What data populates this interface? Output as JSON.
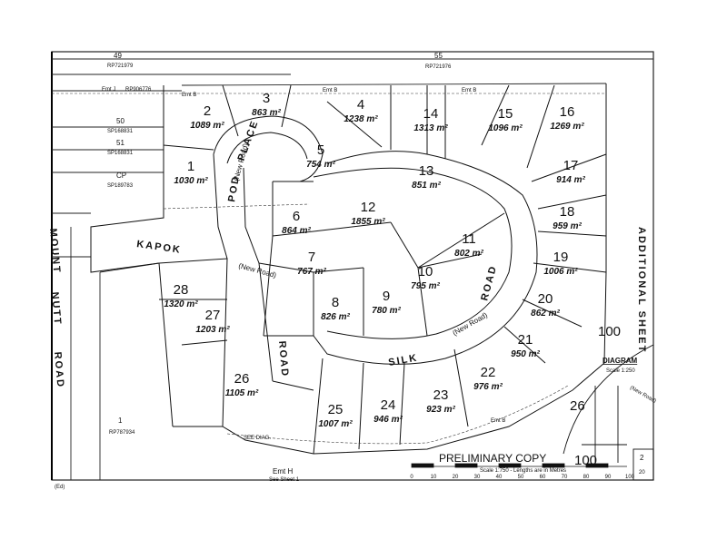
{
  "lots": [
    {
      "num": "1",
      "area": "1030 m²"
    },
    {
      "num": "2",
      "area": "1089 m²"
    },
    {
      "num": "3",
      "area": "863 m²"
    },
    {
      "num": "4",
      "area": "1238 m²"
    },
    {
      "num": "5",
      "area": "754 m²"
    },
    {
      "num": "6",
      "area": "864 m²"
    },
    {
      "num": "7",
      "area": "767 m²"
    },
    {
      "num": "8",
      "area": "826 m²"
    },
    {
      "num": "9",
      "area": "780 m²"
    },
    {
      "num": "10",
      "area": "795 m²"
    },
    {
      "num": "11",
      "area": "802 m²"
    },
    {
      "num": "12",
      "area": "1855 m²"
    },
    {
      "num": "13",
      "area": "851 m²"
    },
    {
      "num": "14",
      "area": "1313 m²"
    },
    {
      "num": "15",
      "area": "1096 m²"
    },
    {
      "num": "16",
      "area": "1269 m²"
    },
    {
      "num": "17",
      "area": "914 m²"
    },
    {
      "num": "18",
      "area": "959 m²"
    },
    {
      "num": "19",
      "area": "1006 m²"
    },
    {
      "num": "20",
      "area": "862 m²"
    },
    {
      "num": "21",
      "area": "950 m²"
    },
    {
      "num": "22",
      "area": "976 m²"
    },
    {
      "num": "23",
      "area": "923 m²"
    },
    {
      "num": "24",
      "area": "946 m²"
    },
    {
      "num": "25",
      "area": "1007 m²"
    },
    {
      "num": "26",
      "area": "1105 m²"
    },
    {
      "num": "27",
      "area": "1203 m²"
    },
    {
      "num": "28",
      "area": "1320 m²"
    }
  ],
  "roads": {
    "kapok": "KAPOK",
    "pod": "POD",
    "place": "PLACE",
    "road_center": "ROAD",
    "silk": "SILK",
    "road_right": "ROAD",
    "mount": "MOUNT",
    "nutt": "NUTT",
    "road_left": "ROAD",
    "additional_sheet": "ADDITIONAL SHEET"
  },
  "adjoining": {
    "lot49": "49",
    "rp49": "RP721979",
    "lot50": "50",
    "sp50": "SP168831",
    "lot51": "51",
    "sp51": "SP168831",
    "cp": "CP",
    "sp_cp": "SP189783",
    "lot55": "55",
    "rp55": "RP721976",
    "lot100a": "100",
    "lot100b": "100",
    "lot1_left": "1",
    "rp1": "RP787934"
  },
  "diagram": {
    "title": "DIAGRAM",
    "scale": "Scale 1:250",
    "lot": "26",
    "new_road": "(New Road)"
  },
  "footer": {
    "preliminary": "PRELIMINARY COPY",
    "scale_text": "Scale 1:750 - Lengths are in Metres",
    "scale_ticks": [
      "0",
      "10",
      "20",
      "30",
      "40",
      "50",
      "60",
      "70",
      "80",
      "90",
      "100"
    ],
    "emt_h": "Emt H",
    "see_sheet": "See Sheet 1",
    "see_diag": "SEE DIAG.",
    "sheet_no": "2",
    "sheets_total": "20",
    "corner": "(Ed)"
  },
  "easements": {
    "emt_j": "Emt J",
    "rp_j": "RP906776",
    "emt_b1": "Emt B",
    "emt_b2": "Emt B",
    "emt_b3": "Emt B",
    "emt_b4": "Emt B"
  },
  "new_road_labels": [
    "(New Road)",
    "(New Road)",
    "(New Road)",
    "(New Road)"
  ]
}
